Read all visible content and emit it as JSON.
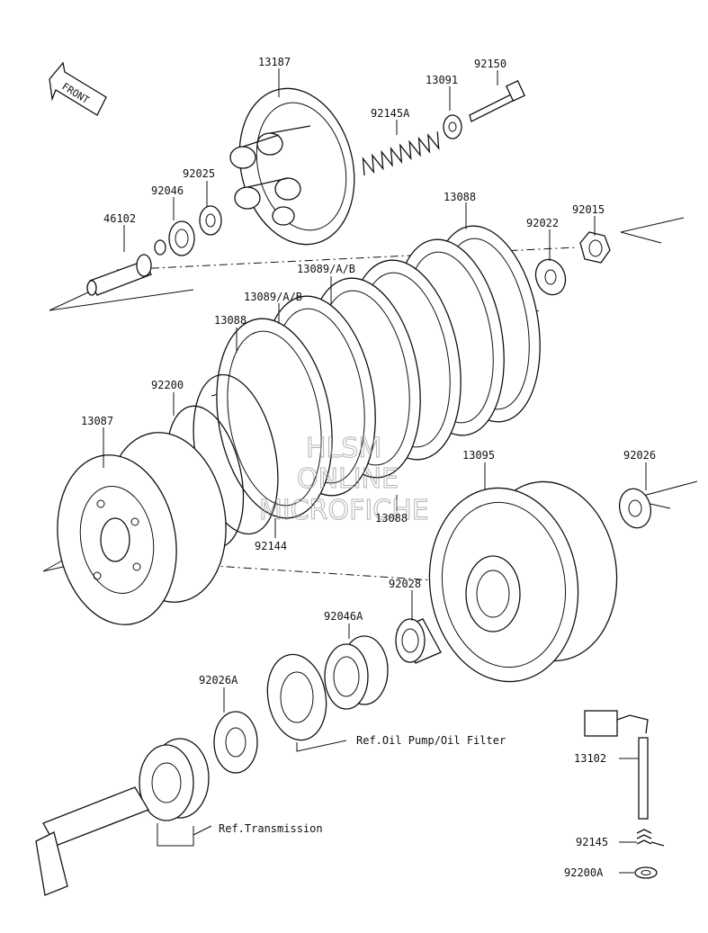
{
  "front_arrow": {
    "label": "FRONT"
  },
  "watermark": {
    "line1": "HLSM",
    "line2": "ONLINE",
    "line3": "MICROFICHE"
  },
  "parts": [
    {
      "id": "p13187",
      "number": "13187"
    },
    {
      "id": "p92150",
      "number": "92150"
    },
    {
      "id": "p13091",
      "number": "13091"
    },
    {
      "id": "p92145A",
      "number": "92145A"
    },
    {
      "id": "p92025",
      "number": "92025"
    },
    {
      "id": "p92046",
      "number": "92046"
    },
    {
      "id": "p46102",
      "number": "46102"
    },
    {
      "id": "p13088a",
      "number": "13088"
    },
    {
      "id": "p92022",
      "number": "92022"
    },
    {
      "id": "p92015",
      "number": "92015"
    },
    {
      "id": "p13089a",
      "number": "13089/A/B"
    },
    {
      "id": "p13089b",
      "number": "13089/A/B"
    },
    {
      "id": "p13088b",
      "number": "13088"
    },
    {
      "id": "p92200",
      "number": "92200"
    },
    {
      "id": "p13087",
      "number": "13087"
    },
    {
      "id": "p13095",
      "number": "13095"
    },
    {
      "id": "p92026",
      "number": "92026"
    },
    {
      "id": "p13088c",
      "number": "13088"
    },
    {
      "id": "p92144",
      "number": "92144"
    },
    {
      "id": "p92028",
      "number": "92028"
    },
    {
      "id": "p92046A",
      "number": "92046A"
    },
    {
      "id": "p92026A",
      "number": "92026A"
    },
    {
      "id": "p13102",
      "number": "13102"
    },
    {
      "id": "p92145",
      "number": "92145"
    },
    {
      "id": "p92200A",
      "number": "92200A"
    }
  ],
  "references": [
    {
      "id": "ref_oil",
      "text": "Ref.Oil Pump/Oil Filter"
    },
    {
      "id": "ref_trans",
      "text": "Ref.Transmission"
    }
  ]
}
